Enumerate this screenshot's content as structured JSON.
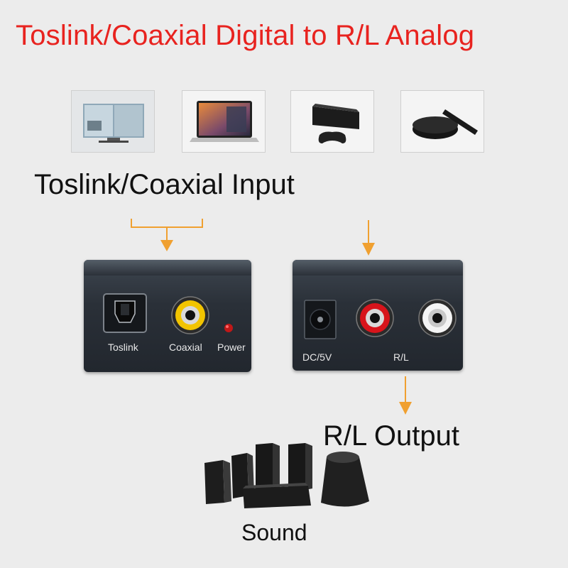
{
  "header": {
    "title": "Toslink/Coaxial Digital to R/L Analog"
  },
  "source_devices": [
    {
      "icon": "tv-icon"
    },
    {
      "icon": "laptop-icon"
    },
    {
      "icon": "game-console-icon"
    },
    {
      "icon": "tv-box-icon"
    }
  ],
  "labels": {
    "input": "Toslink/Coaxial Input",
    "output": "R/L Output",
    "sound": "Sound"
  },
  "input_panel": {
    "toslink": "Toslink",
    "coaxial": "Coaxial",
    "power": "Power"
  },
  "output_panel": {
    "dc": "DC/5V",
    "rl": "R/L"
  },
  "colors": {
    "title": "#e8231f",
    "arrow": "#f0a030",
    "coaxial_ring": "#f2c400",
    "left_ring": "#d8141b",
    "right_ring": "#f4f4f4",
    "power_led": "#c01818"
  }
}
